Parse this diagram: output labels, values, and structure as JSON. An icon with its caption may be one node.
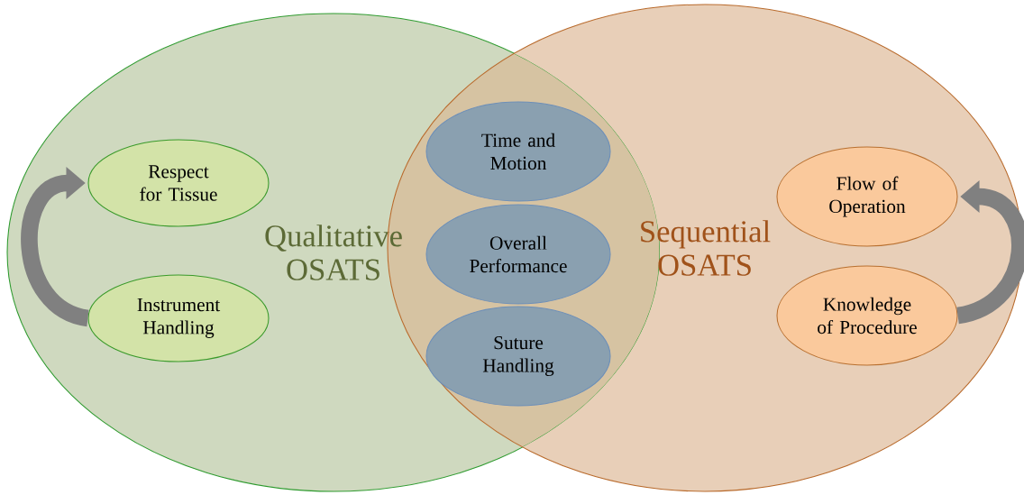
{
  "diagram": {
    "nodes": [
      {
        "text": [
          "Qualitative OSATS"
        ]
      },
      {
        "text": [
          "Sequential OSATS"
        ]
      },
      {
        "text": [
          "Respect for Tissue"
        ],
        "in": 0
      },
      {
        "text": [
          "Instrument Handling"
        ],
        "in": 0
      },
      {
        "text": [
          "Time and Motion"
        ]
      },
      {
        "text": [
          "Overall Performance"
        ]
      },
      {
        "text": [
          "Suture Handling"
        ]
      },
      {
        "text": [
          "Flow of Operation"
        ],
        "in": 1
      },
      {
        "text": [
          "Knowledge of Procedure"
        ],
        "in": 1
      }
    ],
    "edges": [
      {
        "from": 3,
        "to": 2,
        "arrow": "to"
      },
      {
        "from": 8,
        "to": 7,
        "arrow": "to"
      }
    ]
  }
}
